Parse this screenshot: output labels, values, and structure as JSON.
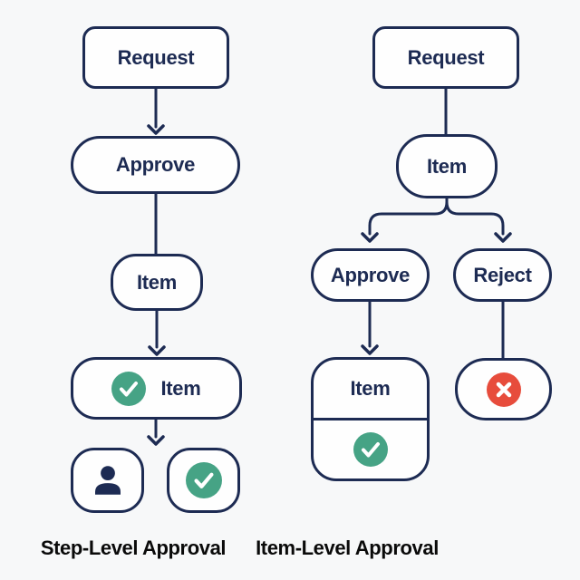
{
  "diagram": {
    "left_flow": {
      "caption": "Step-Level Approval",
      "request": "Request",
      "approve": "Approve",
      "item": "Item",
      "approved_item": "Item",
      "icons": {
        "approved_item": "check-circle",
        "outcome_left": "person",
        "outcome_right": "check-circle"
      }
    },
    "right_flow": {
      "caption": "Item-Level Approval",
      "request": "Request",
      "item": "Item",
      "approve": "Approve",
      "reject": "Reject",
      "approved_item": "Item",
      "icons": {
        "approved_item": "check-circle",
        "rejected_item": "x-circle"
      }
    },
    "colors": {
      "outline_navy": "#1d2b53",
      "approve_green": "#46a385",
      "reject_red": "#e74c3c",
      "background": "#f7f8f9",
      "caption_text": "#0a0a0a"
    }
  }
}
